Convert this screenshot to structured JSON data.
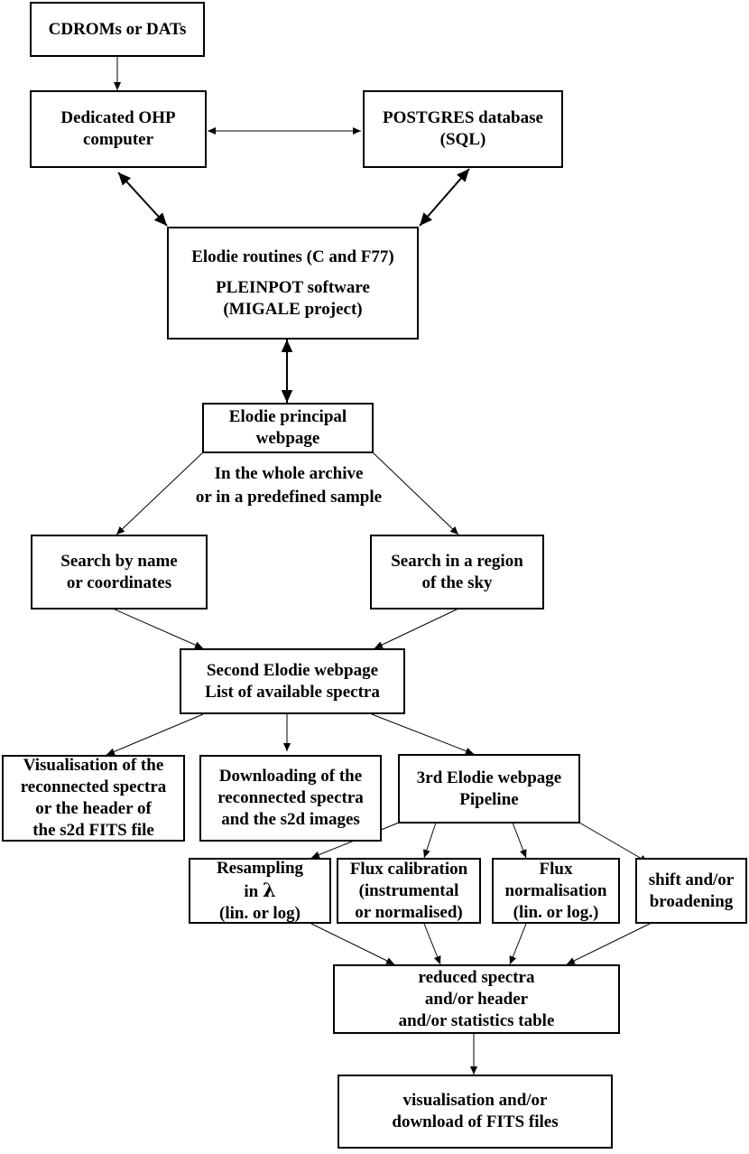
{
  "nodes": {
    "cdroms": {
      "lines": [
        "CDROMs or DATs"
      ]
    },
    "ohp": {
      "lines": [
        "Dedicated OHP",
        "computer"
      ]
    },
    "postgres": {
      "lines": [
        "POSTGRES database",
        "(SQL)"
      ]
    },
    "elodie_routines": {
      "line1": "Elodie routines (C and F77)",
      "line2": "PLEINPOT software",
      "line3": "(MIGALE project)"
    },
    "principal": {
      "lines": [
        "Elodie principal",
        "webpage"
      ]
    },
    "search_name": {
      "lines": [
        "Search by name",
        "or coordinates"
      ]
    },
    "search_region": {
      "lines": [
        "Search in a region",
        "of the sky"
      ]
    },
    "second": {
      "lines": [
        "Second Elodie webpage",
        "List of available spectra"
      ]
    },
    "visualisation": {
      "lines": [
        "Visualisation of the",
        "reconnected spectra",
        "or the header of",
        "the s2d FITS file"
      ]
    },
    "downloading": {
      "lines": [
        "Downloading of the",
        "reconnected spectra",
        "and the s2d images"
      ]
    },
    "third": {
      "lines": [
        "3rd Elodie webpage",
        "Pipeline"
      ]
    },
    "resampling": {
      "line1": "Resampling",
      "line2_prefix": "in",
      "line2_symbol": "λ",
      "line3": "(lin. or log)"
    },
    "flux_cal": {
      "lines": [
        "Flux calibration",
        "(instrumental",
        "or normalised)"
      ]
    },
    "flux_norm": {
      "lines": [
        "Flux",
        "normalisation",
        "(lin. or log.)"
      ]
    },
    "shift": {
      "lines": [
        "shift and/or",
        "broadening"
      ]
    },
    "reduced": {
      "lines": [
        "reduced spectra",
        "and/or header",
        "and/or statistics table"
      ]
    },
    "final": {
      "lines": [
        "visualisation and/or",
        "download of FITS files"
      ]
    }
  },
  "edge_label": {
    "lines": [
      "In the whole archive",
      "or in a predefined sample"
    ]
  },
  "colors": {
    "stroke": "#000000",
    "background": "#ffffff"
  }
}
